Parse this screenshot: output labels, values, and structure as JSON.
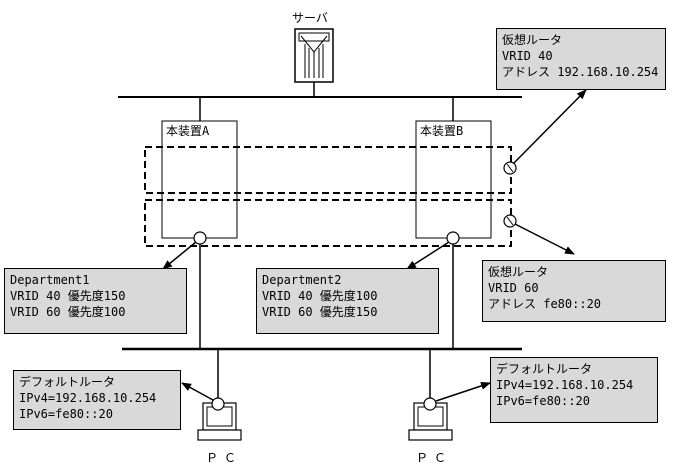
{
  "server": {
    "label": "サーバ"
  },
  "devices": [
    {
      "label": "本装置A"
    },
    {
      "label": "本装置B"
    }
  ],
  "virtual_routers": [
    {
      "title": "仮想ルータ",
      "lines": [
        "VRID 40",
        "アドレス 192.168.10.254"
      ]
    },
    {
      "title": "仮想ルータ",
      "lines": [
        "VRID 60",
        "アドレス fe80::20"
      ]
    }
  ],
  "departments": [
    {
      "title": "Department1",
      "lines": [
        "VRID 40 優先度150",
        "VRID 60 優先度100"
      ]
    },
    {
      "title": "Department2",
      "lines": [
        "VRID 40 優先度100",
        "VRID 60 優先度150"
      ]
    }
  ],
  "default_routers": [
    {
      "title": "デフォルトルータ",
      "lines": [
        "IPv4=192.168.10.254",
        "IPv6=fe80::20"
      ]
    },
    {
      "title": "デフォルトルータ",
      "lines": [
        "IPv4=192.168.10.254",
        "IPv6=fe80::20"
      ]
    }
  ],
  "pcs": [
    {
      "label": "ＰＣ"
    },
    {
      "label": "ＰＣ"
    }
  ]
}
